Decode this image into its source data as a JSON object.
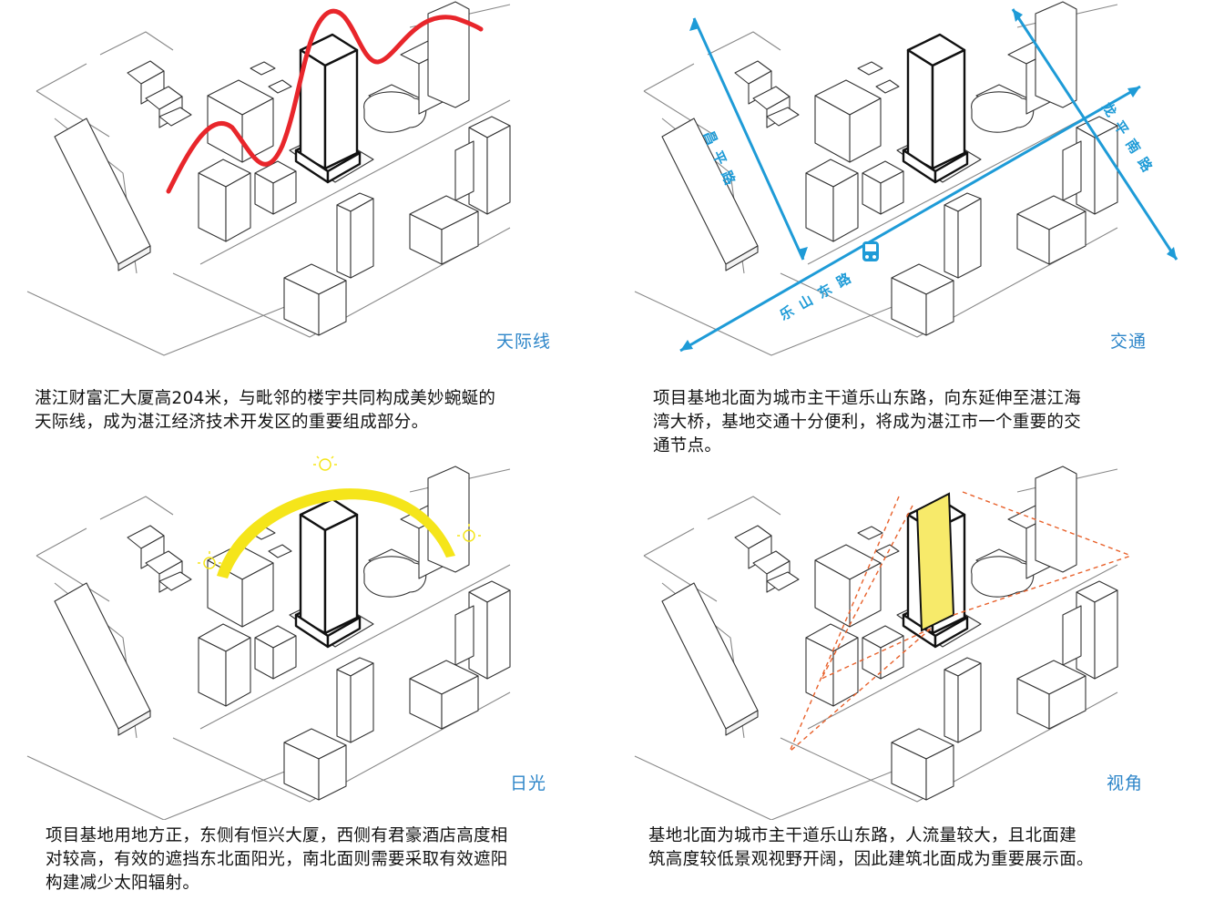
{
  "panels": [
    {
      "title": "天际线",
      "caption": [
        "湛江财富汇大厦高204米，与毗邻的楼宇共同构成美妙蜿蜒的",
        "天际线，成为湛江经济技术开发区的重要组成部分。"
      ]
    },
    {
      "title": "交通",
      "caption": [
        "项目基地北面为城市主干道乐山东路，向东延伸至湛江海",
        "湾大桥，基地交通十分便利，将成为湛江市一个重要的交",
        "通节点。"
      ],
      "roads": {
        "a": "昌平路",
        "b": "乐山东路",
        "c": "龙平南路"
      },
      "bus_icon": "bus-icon"
    },
    {
      "title": "日光",
      "caption": [
        "项目基地用地方正，东侧有恒兴大厦，西侧有君豪酒店高度相",
        "对较高，有效的遮挡东北面阳光，南北面则需要采取有效遮阳",
        "构建减少太阳辐射。"
      ]
    },
    {
      "title": "视角",
      "caption": [
        "基地北面为城市主干道乐山东路，人流量较大，且北面建",
        "筑高度较低景观视野开阔，因此建筑北面成为重要展示面。"
      ]
    }
  ],
  "colors": {
    "skyline": "#e8262b",
    "road": "#1e9bd7",
    "sun": "#f5e51a",
    "view": "#e8612b",
    "title": "#2e86c9"
  }
}
